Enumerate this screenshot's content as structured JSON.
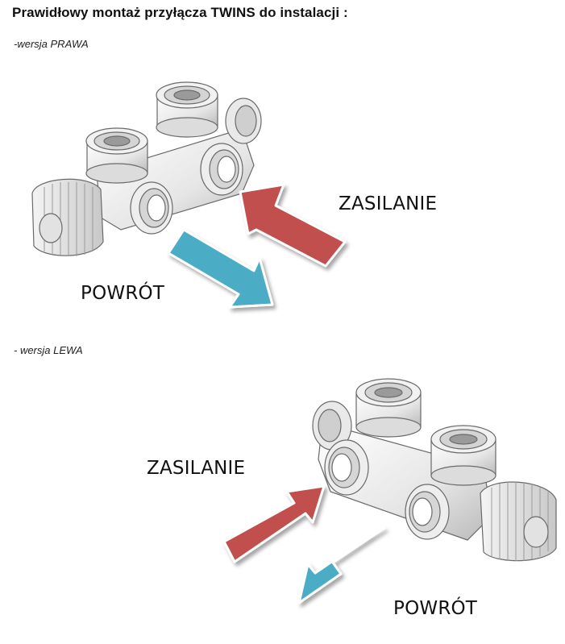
{
  "title": "Prawidłowy montaż przyłącza TWINS do instalacji :",
  "sections": [
    {
      "subtitle": "-wersja PRAWA",
      "supply_label": "ZASILANIE",
      "return_label": "POWRÓT",
      "supply_arrow_color": "#c0504d",
      "return_arrow_color": "#4bacc6"
    },
    {
      "subtitle": "- wersja LEWA",
      "supply_label": "ZASILANIE",
      "return_label": "POWRÓT",
      "supply_arrow_color": "#c0504d",
      "return_arrow_color": "#4bacc6"
    }
  ]
}
